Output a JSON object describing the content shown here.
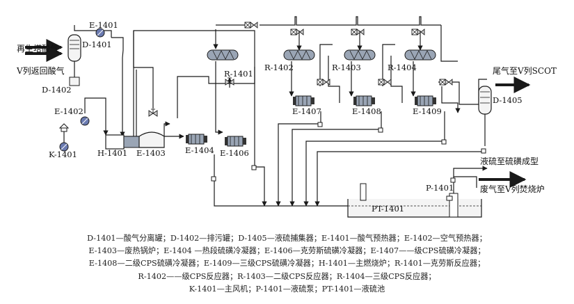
{
  "colors": {
    "line": "#1a1a1a",
    "vessel_fill": "#f4f4f4",
    "heat_exchanger_fill": "#9aa5b5",
    "valve_fill": "#d0d0d0",
    "fan_fill": "#6a7ab0",
    "background": "#ffffff"
  },
  "labels": {
    "D1401": "D-1401",
    "E1401": "E-1401",
    "E1402": "E-1402",
    "D1402": "D-1402",
    "K1401": "K-1401",
    "H1401": "H-1401",
    "E1403": "E-1403",
    "E1404": "E-1404",
    "E1406": "E-1406",
    "R1401": "R-1401",
    "R1402": "R-1402",
    "R1403": "R-1403",
    "R1404": "R-1404",
    "E1407": "E-1407",
    "E1408": "E-1408",
    "E1409": "E-1409",
    "D1405": "D-1405",
    "P1401": "P-1401",
    "PT1401": "PT-1401"
  },
  "streams": {
    "acid_gas_in": "再生塔酸气",
    "acid_gas_return": "V列返回酸气",
    "tail_gas_out": "尾气至V列SCOT",
    "liquid_sulfur_out": "液硫至硫磺成型",
    "waste_gas_out": "废气至V列焚烧炉"
  },
  "legend_lines": [
    "D-1401—酸气分离罐；D-1402—排污罐；D-1405—液硫捕集器；E-1401—酸气预热器；E-1402—空气预热器；",
    "E-1403—废热锅炉；E-1404 —热段硫磺冷凝器；E-1406—克劳斯硫磺冷凝器；E-1407——级CPS硫磺冷凝器；",
    "E-1408—二级CPS硫磺冷凝器；E-1409—三级CPS硫磺冷凝器；H-1401—主燃烧炉；R-1401—克劳斯反应器；",
    "R-1402——级CPS反应器；R-1403—二级CPS反应器；R-1404—三级CPS反应器；",
    "K-1401—主风机；P-1401—液硫泵；PT-1401—液硫池"
  ]
}
